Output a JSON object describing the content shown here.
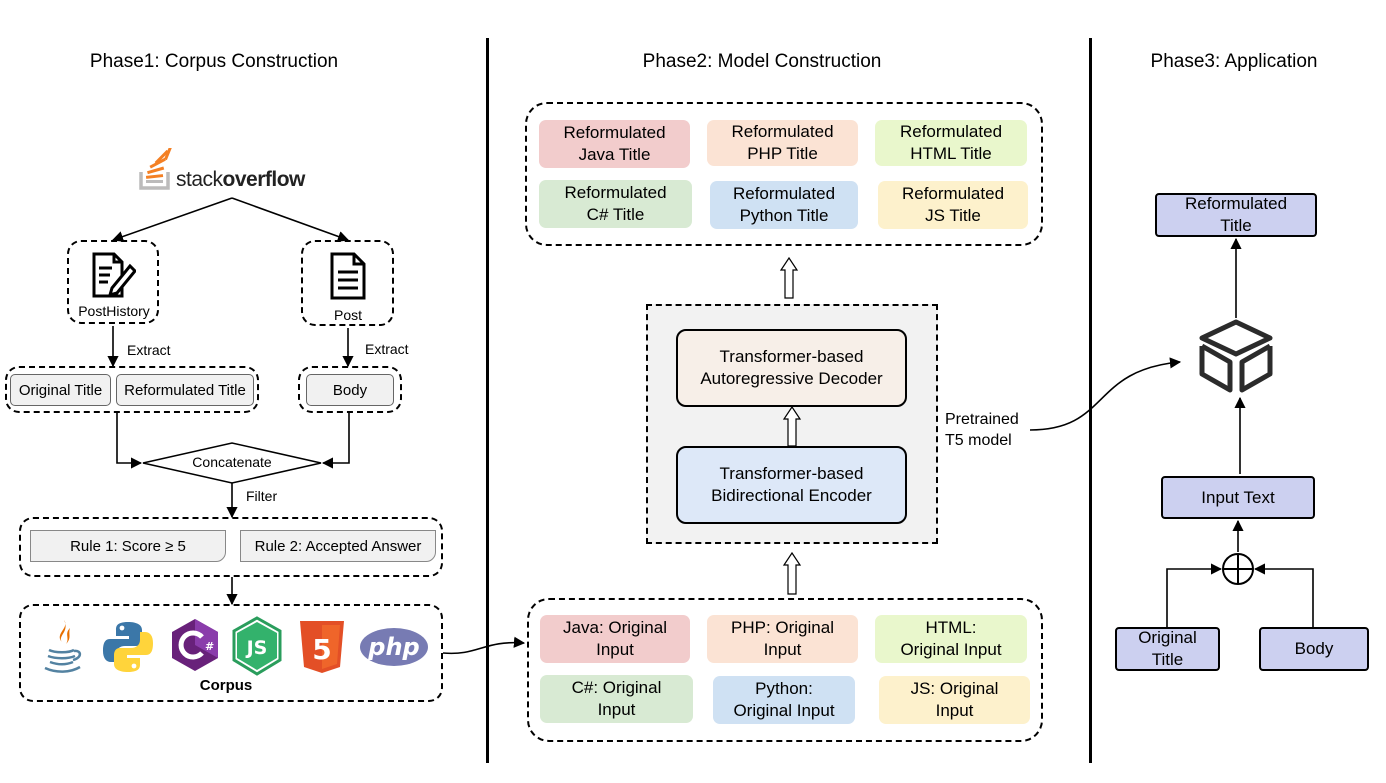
{
  "phases": {
    "phase1": "Phase1: Corpus Construction",
    "phase2": "Phase2: Model Construction",
    "phase3": "Phase3: Application"
  },
  "phase1": {
    "logo_light": "stack",
    "logo_bold": "overflow",
    "post_history": "PostHistory",
    "post": "Post",
    "extract_left": "Extract",
    "extract_right": "Extract",
    "original_title": "Original Title",
    "reformulated_title": "Reformulated Title",
    "body": "Body",
    "concatenate": "Concatenate",
    "filter": "Filter",
    "rule1": "Rule 1: Score ≥ 5",
    "rule2": "Rule 2: Accepted Answer",
    "corpus": "Corpus",
    "lang_icons": [
      "java-icon",
      "python-icon",
      "csharp-icon",
      "nodejs-icon",
      "html5-icon",
      "php-icon"
    ],
    "php_logo_text": "php",
    "js_logo_text": "JS",
    "html5_logo_text": "5"
  },
  "phase2": {
    "outputs": [
      "Reformulated\nJava Title",
      "Reformulated\nPHP Title",
      "Reformulated\nHTML Title",
      "Reformulated\nC# Title",
      "Reformulated\nPython Title",
      "Reformulated\nJS Title"
    ],
    "decoder": "Transformer-based\nAutoregressive Decoder",
    "encoder": "Transformer-based\nBidirectional Encoder",
    "pretrained": "Pretrained\nT5 model",
    "inputs": [
      "Java: Original\nInput",
      "PHP: Original\nInput",
      "HTML:\nOriginal Input",
      "C#: Original\nInput",
      "Python:\nOriginal Input",
      "JS: Original\nInput"
    ]
  },
  "phase3": {
    "reformulated_title": "Reformulated\nTitle",
    "input_text": "Input Text",
    "original_title": "Original\nTitle",
    "body": "Body"
  },
  "colors": {
    "java": "#f2cccc",
    "php": "#fbe3d4",
    "html": "#e9f7cc",
    "csharp": "#d8ead3",
    "python": "#cfe1f3",
    "js": "#fdf1cc",
    "decoder": "#f7efe8",
    "encoder": "#dde8f8",
    "model_bg": "#f2f2f2",
    "node": "#ccd0f0"
  }
}
